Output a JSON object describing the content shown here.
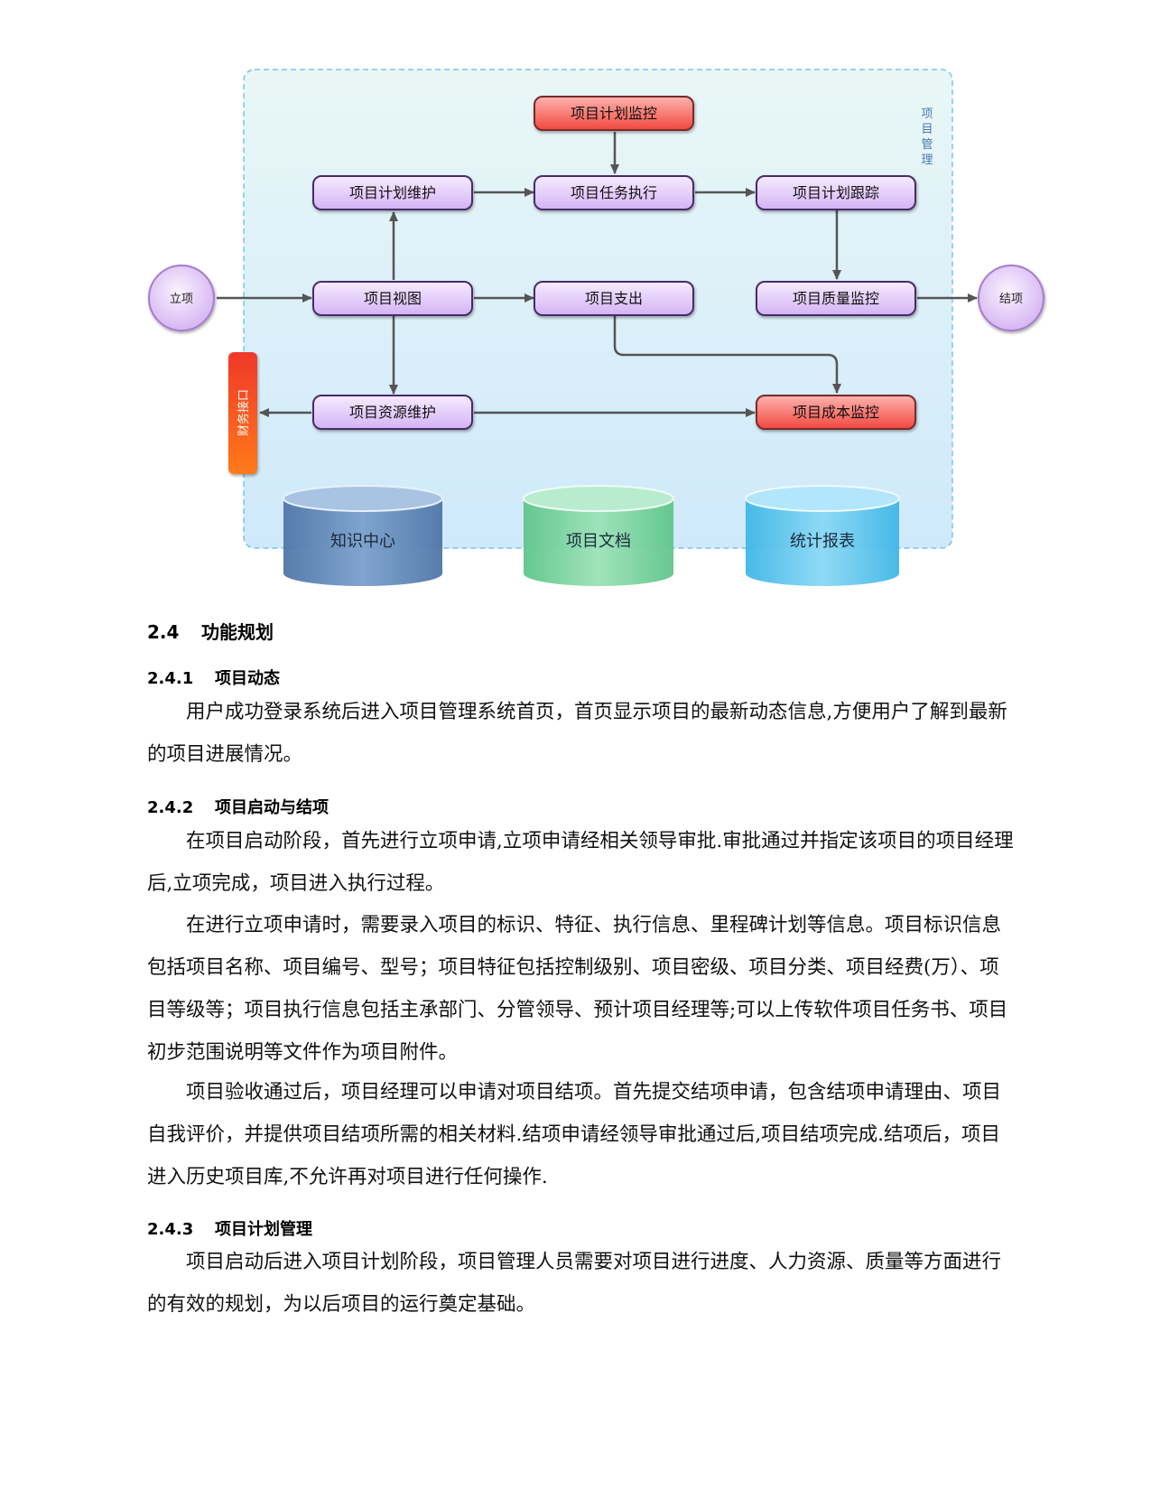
{
  "diagram": {
    "side_label": "项目管理",
    "finance_label": "财务接口",
    "start": "立项",
    "end": "结项",
    "nodes": {
      "plan_monitor": "项目计划监控",
      "plan_maintain": "项目计划维护",
      "task_exec": "项目任务执行",
      "plan_track": "项目计划跟踪",
      "view": "项目视图",
      "expense": "项目支出",
      "quality": "项目质量监控",
      "resource": "项目资源维护",
      "cost": "项目成本监控"
    },
    "databases": [
      "知识中心",
      "项目文档",
      "统计报表"
    ]
  },
  "sections": [
    {
      "num": "2.4",
      "title": "功能规划"
    },
    {
      "num": "2.4.1",
      "title": "项目动态"
    },
    {
      "num": "2.4.2",
      "title": "项目启动与结项"
    },
    {
      "num": "2.4.3",
      "title": "项目计划管理"
    }
  ],
  "paragraphs": [
    "用户成功登录系统后进入项目管理系统首页，首页显示项目的最新动态信息,方便用户了解到最新的项目进展情况。",
    "在项目启动阶段，首先进行立项申请,立项申请经相关领导审批.审批通过并指定该项目的项目经理后,立项完成，项目进入执行过程。",
    "在进行立项申请时，需要录入项目的标识、特征、执行信息、里程碑计划等信息。项目标识信息包括项目名称、项目编号、型号；项目特征包括控制级别、项目密级、项目分类、项目经费(万）、项目等级等；项目执行信息包括主承部门、分管领导、预计项目经理等;可以上传软件项目任务书、项目初步范围说明等文件作为项目附件。",
    "项目验收通过后，项目经理可以申请对项目结项。首先提交结项申请，包含结项申请理由、项目自我评价，并提供项目结项所需的相关材料.结项申请经领导审批通过后,项目结项完成.结项后，项目进入历史项目库,不允许再对项目进行任何操作.",
    "项目启动后进入项目计划阶段，项目管理人员需要对项目进行进度、人力资源、质量等方面进行的有效的规划，为以后项目的运行奠定基础。"
  ]
}
